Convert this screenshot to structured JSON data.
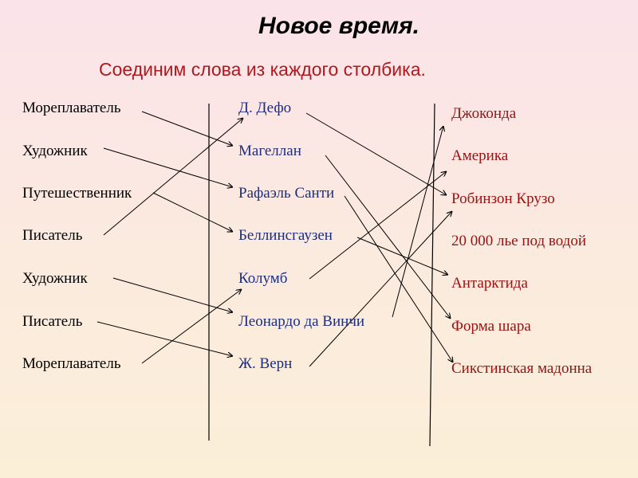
{
  "title": "Новое время.",
  "instruction": "Соединим слова из каждого столбика.",
  "column1": [
    "Мореплаватель",
    "Художник",
    "Путешественник",
    "Писатель",
    "Художник",
    "Писатель",
    "Мореплаватель"
  ],
  "column2": [
    "Д. Дефо",
    "Магеллан",
    "Рафаэль Санти",
    "Беллинсгаузен",
    "Колумб",
    "Леонардо да Винчи",
    "Ж. Верн"
  ],
  "column3": [
    "Джоконда",
    "Америка",
    "Робинзон Крузо",
    "20 000 лье под водой",
    "Антарктида",
    "Форма шара",
    "Сикстинская мадонна"
  ],
  "colors": {
    "column1": "#000000",
    "column2": "#1d2d80",
    "column3": "#9b1010",
    "subtitle": "#b0181e"
  }
}
